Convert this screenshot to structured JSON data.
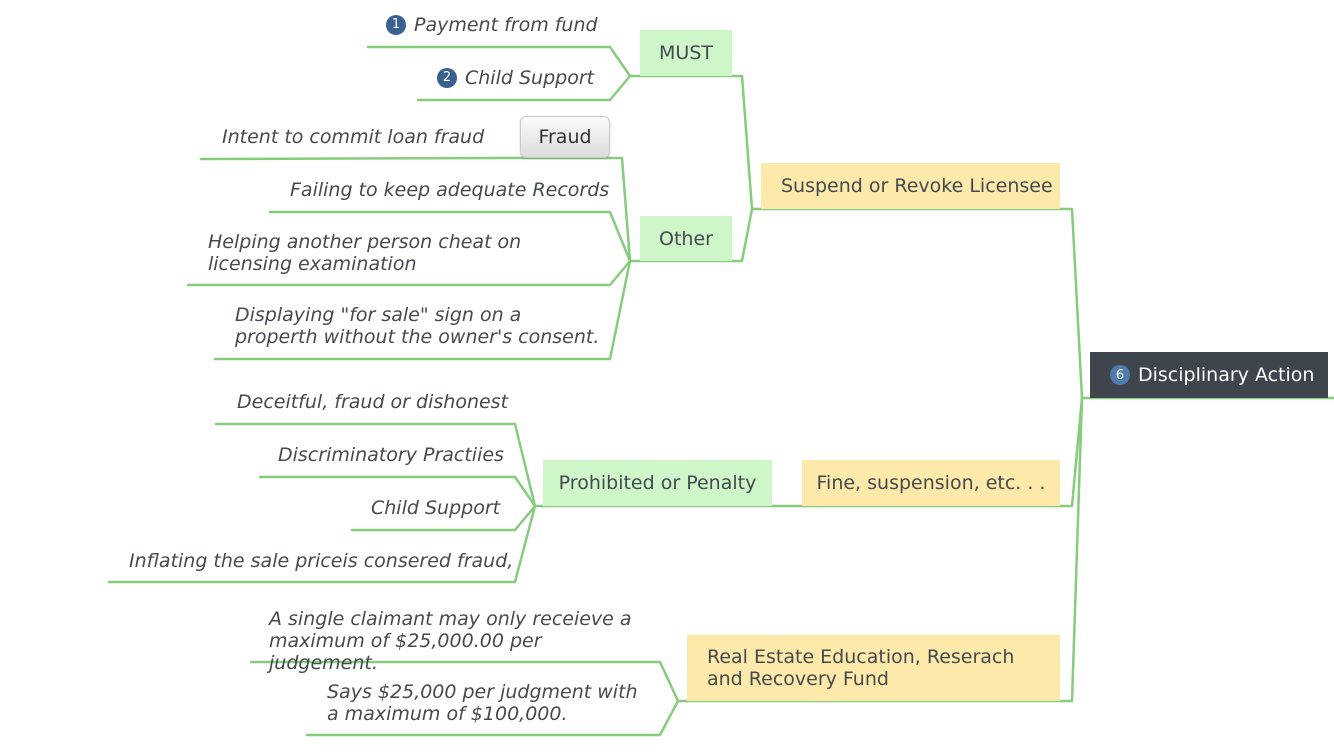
{
  "colors": {
    "connector": "#86cc7c",
    "root_bg": "#3f454c",
    "green_box": "#cef6c9",
    "yellow_box": "#fde9a9",
    "badge": "#3a6290"
  },
  "root": {
    "badge": "6",
    "label": "Disciplinary Action"
  },
  "branches": {
    "suspend": {
      "label": "Suspend or Revoke Licensee",
      "must": {
        "label": "MUST",
        "items": [
          {
            "badge": "1",
            "text": "Payment from fund"
          },
          {
            "badge": "2",
            "text": "Child Support"
          }
        ]
      },
      "other": {
        "label": "Other",
        "fraud_label": "Fraud",
        "items": [
          "Intent to commit loan fraud",
          "Failing to keep adequate Records",
          "Helping another person cheat on licensing examination",
          "Displaying \"for sale\" sign on a properth without the owner's consent."
        ]
      }
    },
    "fine": {
      "label": "Fine, suspension, etc. . .",
      "prohibited": {
        "label": "Prohibited or Penalty",
        "items": [
          "Deceitful, fraud or dishonest",
          "Discriminatory Practiies",
          "Child Support",
          "Inflating the sale priceis consered fraud,"
        ]
      }
    },
    "fund": {
      "label": "Real Estate Education, Reserach and Recovery Fund",
      "items": [
        "A single claimant may only receieve a maximum of $25,000.00 per judgement.",
        "Says $25,000 per judgment with a maximum of $100,000."
      ]
    }
  }
}
